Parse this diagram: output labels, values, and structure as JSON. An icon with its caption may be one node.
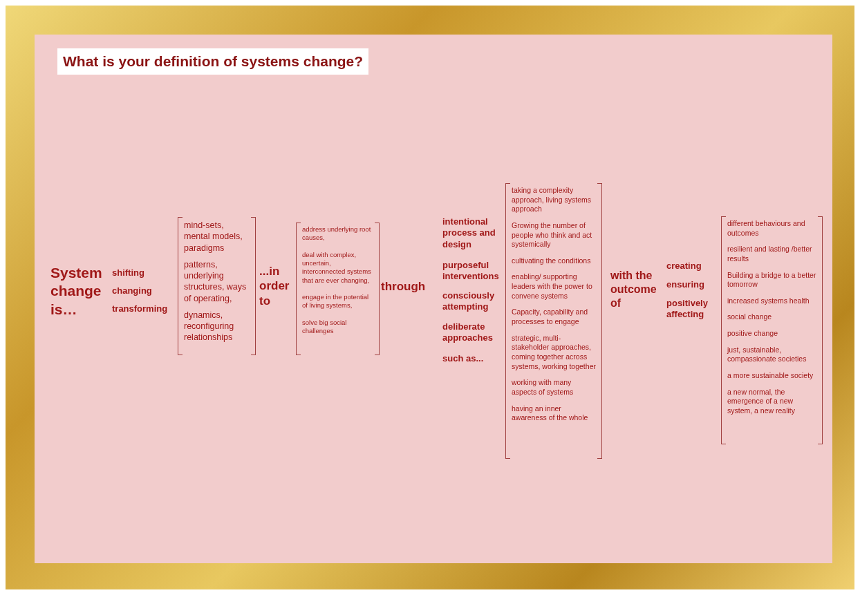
{
  "diagram": {
    "title": "What is your definition of systems change?",
    "nodes": [
      {
        "text": [
          "mind-sets, mental models, paradigms",
          "patterns, underlying structures, ways of operating,",
          "dynamics, reconfiguring relationships"
        ]
      },
      {
        "text": [
          "address underlying root causes,",
          "deal with complex, uncertain, interconnected systems that are ever changing,",
          "engage in the potential of living systems,",
          "solve big social challenges"
        ]
      },
      {
        "text": [
          "taking a complexity approach, living systems approach",
          "Growing the number of people who think and act systemically",
          "cultivating the conditions",
          "enabling/ supporting leaders with the power to convene systems",
          "Capacity, capability and processes to engage",
          "strategic, multi-stakeholder approaches, coming together across systems, working together",
          "working with many aspects of systems",
          "having an inner awareness of the whole"
        ]
      },
      {
        "text": [
          "different behaviours and outcomes",
          "resilient and lasting /better results",
          "Building a bridge to a better tomorrow",
          "increased systems health",
          "social change",
          "positive change",
          "just, sustainable, compassionate societies",
          "a more sustainable society",
          "a new normal, the emergence of a new system, a new reality"
        ]
      }
    ],
    "labels": [
      "System change is…",
      "shifting",
      "changing",
      "transforming",
      "...in order to",
      "through",
      "intentional process and design",
      "purposeful interventions",
      "consciously attempting",
      "deliberate approaches",
      "such as...",
      "with the outcome of",
      "creating",
      "ensuring",
      "positively affecting"
    ]
  }
}
